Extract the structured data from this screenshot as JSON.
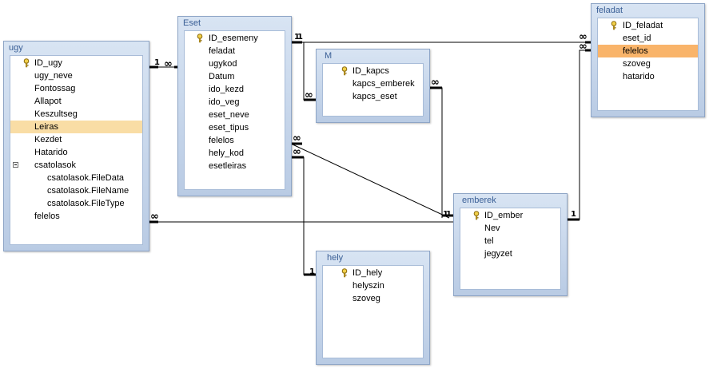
{
  "tables": {
    "ugy": {
      "title": "ugy",
      "fields": [
        "ID_ugy",
        "ugy_neve",
        "Fontossag",
        "Allapot",
        "Keszultseg",
        "Leiras",
        "Kezdet",
        "Hatarido",
        "csatolasok",
        "csatolasok.FileData",
        "csatolasok.FileName",
        "csatolasok.FileType",
        "felelos"
      ]
    },
    "eset": {
      "title": "Eset",
      "fields": [
        "ID_esemeny",
        "feladat",
        "ugykod",
        "Datum",
        "ido_kezd",
        "ido_veg",
        "eset_neve",
        "eset_tipus",
        "felelos",
        "hely_kod",
        "esetleiras"
      ]
    },
    "m": {
      "title": "M",
      "fields": [
        "ID_kapcs",
        "kapcs_emberek",
        "kapcs_eset"
      ]
    },
    "feladat": {
      "title": "feladat",
      "fields": [
        "ID_feladat",
        "eset_id",
        "felelos",
        "szoveg",
        "hatarido"
      ]
    },
    "emberek": {
      "title": "emberek",
      "fields": [
        "ID_ember",
        "Nev",
        "tel",
        "jegyzet"
      ]
    },
    "hely": {
      "title": "hely",
      "fields": [
        "ID_hely",
        "helyszin",
        "szoveg"
      ]
    }
  },
  "cardinality": {
    "one": "1",
    "many": "∞"
  },
  "colors": {
    "selected_row": "#f9dda5",
    "highlighted_row": "#f9b46a",
    "title_text": "#3a5f96"
  }
}
